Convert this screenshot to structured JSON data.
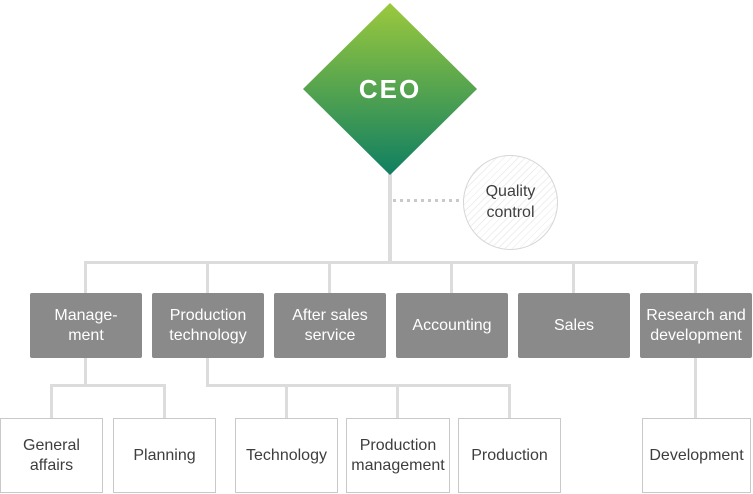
{
  "org": {
    "ceo": {
      "label": "CEO"
    },
    "quality_control": {
      "label": "Quality\ncontrol"
    },
    "departments": [
      {
        "label": "Manage-\nment",
        "children": [
          {
            "label": "General\naffairs"
          },
          {
            "label": "Planning"
          }
        ]
      },
      {
        "label": "Production\ntechnology",
        "children": [
          {
            "label": "Technology"
          },
          {
            "label": "Production\nmanagement"
          },
          {
            "label": "Production"
          }
        ]
      },
      {
        "label": "After sales\nservice",
        "children": []
      },
      {
        "label": "Accounting",
        "children": []
      },
      {
        "label": "Sales",
        "children": []
      },
      {
        "label": "Research and\ndevelopment",
        "children": [
          {
            "label": "Development"
          }
        ]
      }
    ]
  },
  "colors": {
    "line": "#dcdcdc",
    "dotted": "#c9c9c9",
    "dept-bg": "#8a8a8a",
    "dept-text": "#ffffff",
    "team-border": "#c9c9c9",
    "team-text": "#3e3e3e",
    "diamond-top": "#9bc93d",
    "diamond-bottom": "#0f7f61",
    "circle-border": "#d6d6d6",
    "hatch": "#efefec",
    "canvas-bg": "#ffffff"
  }
}
